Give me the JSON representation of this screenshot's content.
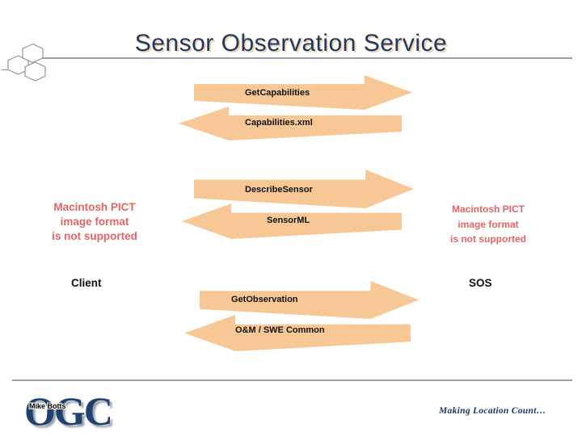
{
  "title": "Sensor Observation Service",
  "actors": {
    "client": "Client",
    "service": "SOS"
  },
  "messages": [
    {
      "label": "GetCapabilities",
      "direction": "request"
    },
    {
      "label": "Capabilities.xml",
      "direction": "response"
    },
    {
      "label": "DescribeSensor",
      "direction": "request"
    },
    {
      "label": "SensorML",
      "direction": "response"
    },
    {
      "label": "GetObservation",
      "direction": "request"
    },
    {
      "label": "O&M / SWE Common",
      "direction": "response"
    }
  ],
  "pict_placeholder": {
    "line1": "Macintosh PICT",
    "line2": "image format",
    "line3": "is not supported"
  },
  "footer": {
    "author": "Mike Botts",
    "logo_text": "OGC",
    "tagline": "Making Location Count…"
  },
  "colors": {
    "arrow": "#f7c896",
    "title_text": "#1f3864",
    "title_shadow": "#f2d4a8",
    "pict_warning": "#e06565",
    "divider": "#9aa0a6",
    "logo": "#20406e",
    "tagline_text": "#17365d"
  }
}
